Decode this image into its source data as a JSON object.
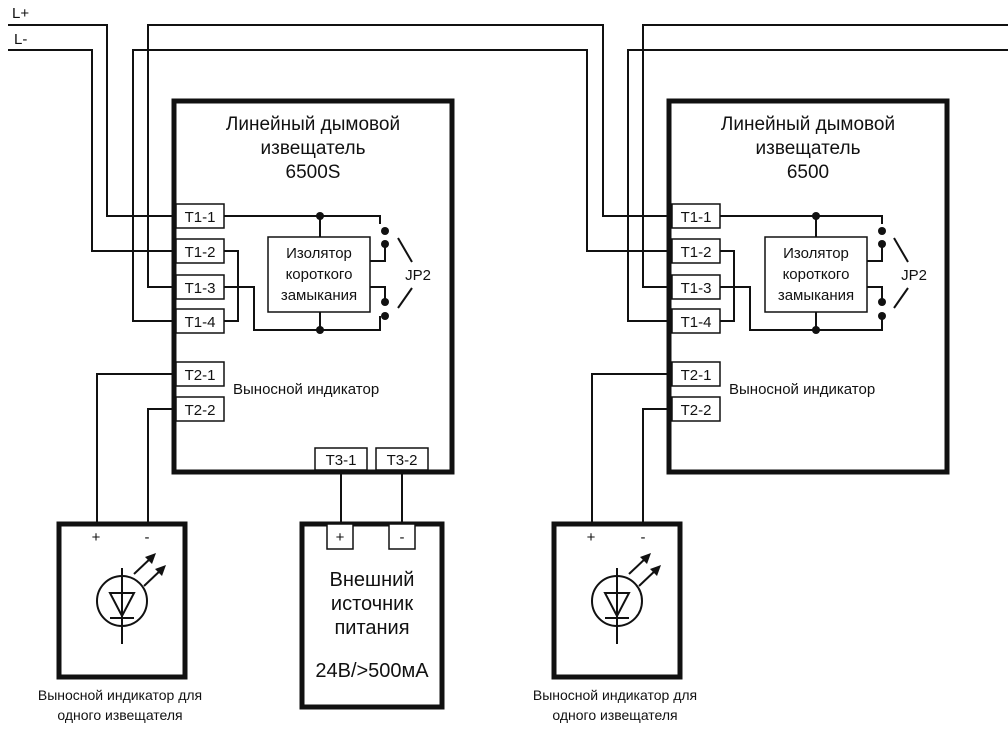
{
  "bus": {
    "plus_label": "L+",
    "minus_label": "L-"
  },
  "detectors": [
    {
      "title_line1": "Линейный дымовой",
      "title_line2": "извещатель",
      "model": "6500S",
      "terminals_t1": [
        "T1-1",
        "T1-2",
        "T1-3",
        "T1-4"
      ],
      "terminals_t2": [
        "T2-1",
        "T2-2"
      ],
      "terminals_t3": [
        "T3-1",
        "T3-2"
      ],
      "isolator_line1": "Изолятор",
      "isolator_line2": "короткого",
      "isolator_line3": "замыкания",
      "jumper_label": "JP2",
      "remote_indicator_label": "Выносной индикатор"
    },
    {
      "title_line1": "Линейный дымовой",
      "title_line2": "извещатель",
      "model": "6500",
      "terminals_t1": [
        "T1-1",
        "T1-2",
        "T1-3",
        "T1-4"
      ],
      "terminals_t2": [
        "T2-1",
        "T2-2"
      ],
      "isolator_line1": "Изолятор",
      "isolator_line2": "короткого",
      "isolator_line3": "замыкания",
      "jumper_label": "JP2",
      "remote_indicator_label": "Выносной индикатор"
    }
  ],
  "power_supply": {
    "plus": "+",
    "minus": "-",
    "line1": "Внешний",
    "line2": "источник",
    "line3": "питания",
    "rating": "24В/>500мА"
  },
  "remote_indicators": [
    {
      "plus": "+",
      "minus": "-",
      "caption_line1": "Выносной индикатор для",
      "caption_line2": "одного извещателя"
    },
    {
      "plus": "+",
      "minus": "-",
      "caption_line1": "Выносной индикатор для",
      "caption_line2": "одного извещателя"
    }
  ]
}
